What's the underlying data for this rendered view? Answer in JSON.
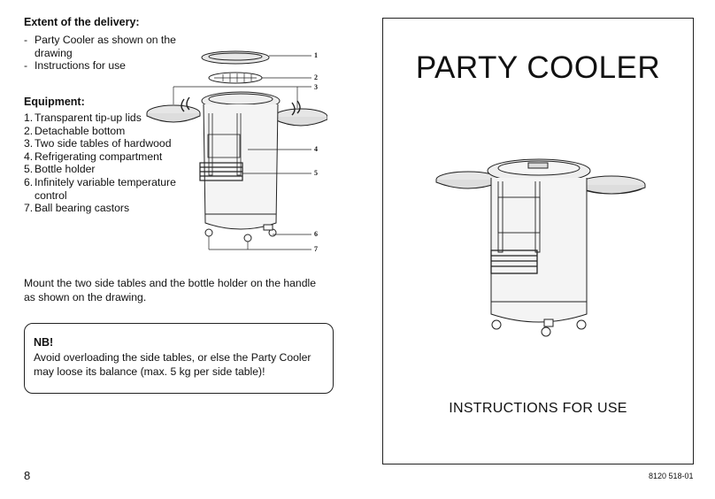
{
  "delivery": {
    "heading": "Extent of the delivery:",
    "items": [
      "Party Cooler as shown on the drawing",
      "Instructions for use"
    ]
  },
  "equipment": {
    "heading": "Equipment:",
    "items": [
      {
        "num": "1.",
        "text": "Transparent tip-up lids"
      },
      {
        "num": "2.",
        "text": "Detachable bottom"
      },
      {
        "num": "3.",
        "text": "Two side tables of hardwood"
      },
      {
        "num": "4.",
        "text": "Refrigerating compartment"
      },
      {
        "num": "5.",
        "text": "Bottle holder"
      },
      {
        "num": "6.",
        "text": "Infinitely variable temperature control"
      },
      {
        "num": "7.",
        "text": "Ball bearing castors"
      }
    ]
  },
  "mount_text": "Mount the two side tables and the bottle holder on the handle as shown on the drawing.",
  "nb": {
    "title": "NB!",
    "text": "Avoid overloading the side tables, or else the Party Cooler may loose its balance (max. 5 kg per side table)!"
  },
  "callouts": [
    "1",
    "2",
    "3",
    "4",
    "5",
    "6",
    "7"
  ],
  "page_number": "8",
  "cover": {
    "title": "PARTY COOLER",
    "subtitle": "INSTRUCTIONS FOR USE"
  },
  "doc_code": "8120 518-01"
}
